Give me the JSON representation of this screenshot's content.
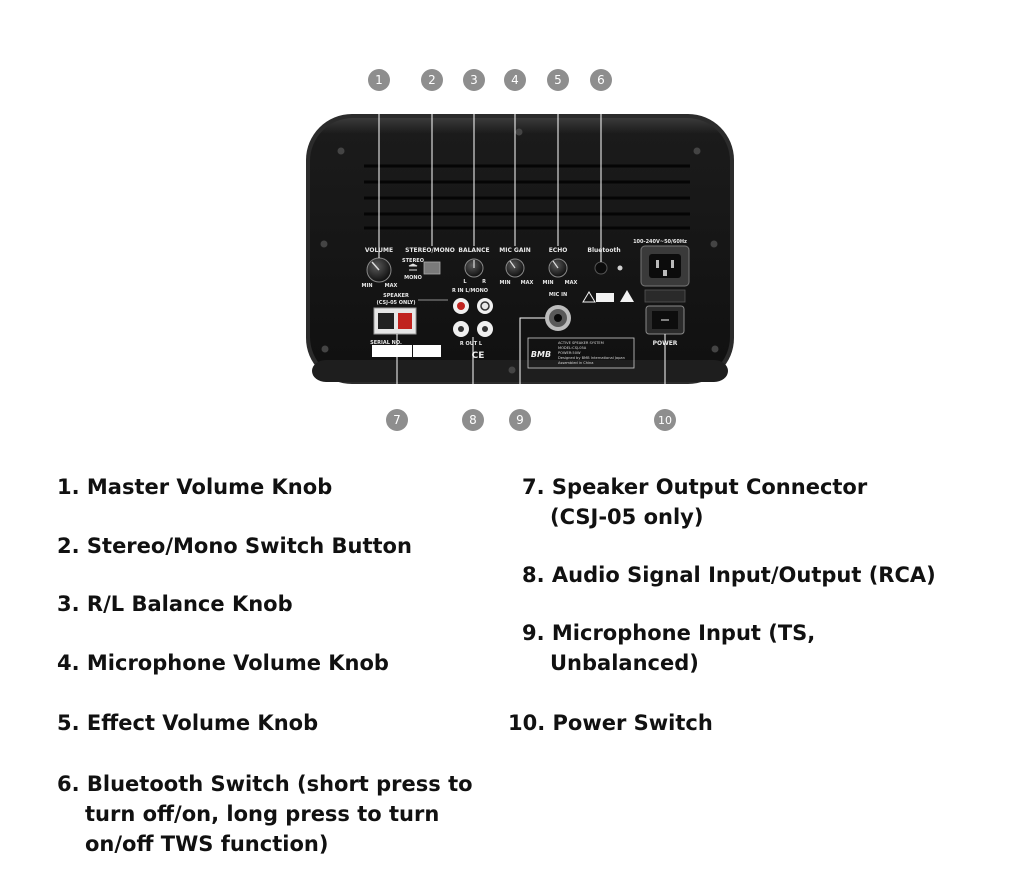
{
  "colors": {
    "marker_fill": "#8e8e8e",
    "marker_text": "#ffffff",
    "leader_line": "#ffffff",
    "panel_body": "#151515",
    "panel_rim": "#2b2b2b",
    "label_text": "#111111"
  },
  "callouts": [
    "1",
    "2",
    "3",
    "4",
    "5",
    "6",
    "7",
    "8",
    "9",
    "10"
  ],
  "panel": {
    "controls": {
      "volume": "VOLUME",
      "stereo_mono": "STEREO/MONO",
      "balance": "BALANCE",
      "mic_gain": "MIC GAIN",
      "echo": "ECHO",
      "bluetooth": "Bluetooth",
      "min": "MIN",
      "max": "MAX",
      "l": "L",
      "r": "R",
      "stereo": "STEREO",
      "mono": "MONO",
      "power_rating": "100-240V~50/60Hz",
      "power": "POWER"
    },
    "io": {
      "speaker": "SPEAKER",
      "speaker_note": "(CSJ-05 ONLY)",
      "r_in_lmono": "R    IN   L/MONO",
      "r_out_l": "R   OUT   L",
      "mic_in": "MIC IN",
      "serial_no": "SERIAL NO.",
      "ce": "CE"
    },
    "nameplate": {
      "brand": "BMB",
      "line1": "ACTIVE SPEAKER SYSTEM",
      "line2": "MODEL:CSJ-05A",
      "line3": "POWER:50W",
      "line4": "Designed by BMB International Japan",
      "line5": "Assembled in China"
    }
  },
  "legend": [
    {
      "number": "1.",
      "line1": "Master Volume Knob",
      "line2": "",
      "line3": ""
    },
    {
      "number": "2.",
      "line1": "Stereo/Mono Switch Button",
      "line2": "",
      "line3": ""
    },
    {
      "number": "3.",
      "line1": "R/L Balance Knob",
      "line2": "",
      "line3": ""
    },
    {
      "number": "4.",
      "line1": "Microphone Volume Knob",
      "line2": "",
      "line3": ""
    },
    {
      "number": "5.",
      "line1": "Effect Volume Knob",
      "line2": "",
      "line3": ""
    },
    {
      "number": "6.",
      "line1": "Bluetooth Switch (short press to",
      "line2": "turn off/on, long press to turn",
      "line3": "on/off TWS  function)"
    },
    {
      "number": "7.",
      "line1": "Speaker Output Connector",
      "line2": "(CSJ-05 only)",
      "line3": ""
    },
    {
      "number": "8.",
      "line1": "Audio Signal Input/Output (RCA)",
      "line2": "",
      "line3": ""
    },
    {
      "number": "9.",
      "line1": "Microphone Input (TS,",
      "line2": "Unbalanced)",
      "line3": ""
    },
    {
      "number": "10.",
      "line1": "Power Switch",
      "line2": "",
      "line3": ""
    }
  ]
}
